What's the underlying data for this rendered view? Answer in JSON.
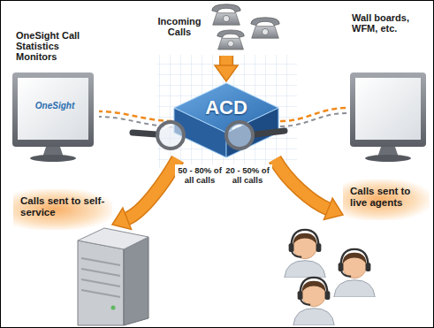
{
  "diagram": {
    "nodes": [
      {
        "text": [
          "Incoming Calls"
        ]
      },
      {
        "text": [
          "ACD"
        ]
      },
      {
        "text": [
          "OneSight Call Statistics Monitors",
          "OneSight"
        ]
      },
      {
        "text": [
          "Wall boards, WFM, etc."
        ]
      },
      {
        "text": [
          "Calls sent to self-service"
        ]
      },
      {
        "text": [
          "Calls sent to live agents"
        ]
      }
    ],
    "edges": [
      {
        "from": 0,
        "to": 1,
        "arrow": "to"
      },
      {
        "from": 1,
        "to": 2,
        "arrow": "none"
      },
      {
        "from": 1,
        "to": 3,
        "arrow": "none"
      },
      {
        "from": 1,
        "to": 4,
        "label": "50 - 80% of all calls",
        "arrow": "to"
      },
      {
        "from": 1,
        "to": 5,
        "label": "20 - 50% of all calls",
        "arrow": "to"
      }
    ]
  }
}
